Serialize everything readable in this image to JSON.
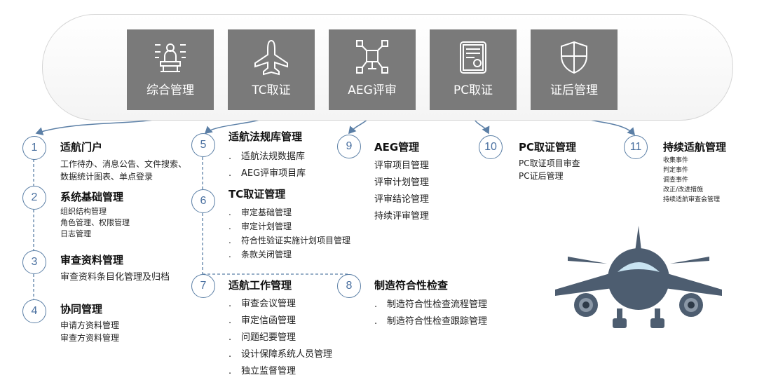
{
  "modules": [
    {
      "label": "综合管理",
      "icon": "person-monitor-icon"
    },
    {
      "label": "TC取证",
      "icon": "airplane-icon"
    },
    {
      "label": "AEG评审",
      "icon": "network-diagram-icon"
    },
    {
      "label": "PC取证",
      "icon": "certificate-document-icon"
    },
    {
      "label": "证后管理",
      "icon": "shield-icon"
    }
  ],
  "sections": {
    "s1": {
      "num": "1",
      "title": "适航门户",
      "items": [
        "工作待办、消息公告、文件搜索、",
        "数据统计图表、单点登录"
      ]
    },
    "s2": {
      "num": "2",
      "title": "系统基础管理",
      "items": [
        "组织结构管理",
        "角色管理、权限管理",
        "日志管理"
      ]
    },
    "s3": {
      "num": "3",
      "title": "审查资料管理",
      "items": [
        "审查资料条目化管理及归档"
      ]
    },
    "s4": {
      "num": "4",
      "title": "协同管理",
      "items": [
        "申请方资料管理",
        "审查方资料管理"
      ]
    },
    "s5": {
      "num": "5",
      "title": "适航法规库管理",
      "items": [
        "适航法规数据库",
        "AEG评审项目库"
      ]
    },
    "s6": {
      "num": "6",
      "title": "TC取证管理",
      "items": [
        "审定基础管理",
        "审定计划管理",
        "符合性验证实施计划项目管理",
        "条款关闭管理"
      ]
    },
    "s7": {
      "num": "7",
      "title": "适航工作管理",
      "items": [
        "审查会议管理",
        "审定信函管理",
        "问题纪要管理",
        "设计保障系统人员管理",
        "独立监督管理"
      ]
    },
    "s8": {
      "num": "8",
      "title": "制造符合性检查",
      "items": [
        "制造符合性检查流程管理",
        "制造符合性检查跟踪管理"
      ]
    },
    "s9": {
      "num": "9",
      "title": "AEG管理",
      "items": [
        "评审项目管理",
        "评审计划管理",
        "评审结论管理",
        "持续评审管理"
      ]
    },
    "s10": {
      "num": "10",
      "title": "PC取证管理",
      "items": [
        "PC取证项目审查",
        "PC证后管理"
      ]
    },
    "s11": {
      "num": "11",
      "title": "持续适航管理",
      "items": [
        "收集事件",
        "判定事件",
        "调查事件",
        "改正/改进措施",
        "持续适航审查会管理"
      ]
    }
  },
  "bullet": ".",
  "colors": {
    "tile": "#7a7a7a",
    "accent": "#5b7fa6",
    "plane": "#4d5d70"
  }
}
